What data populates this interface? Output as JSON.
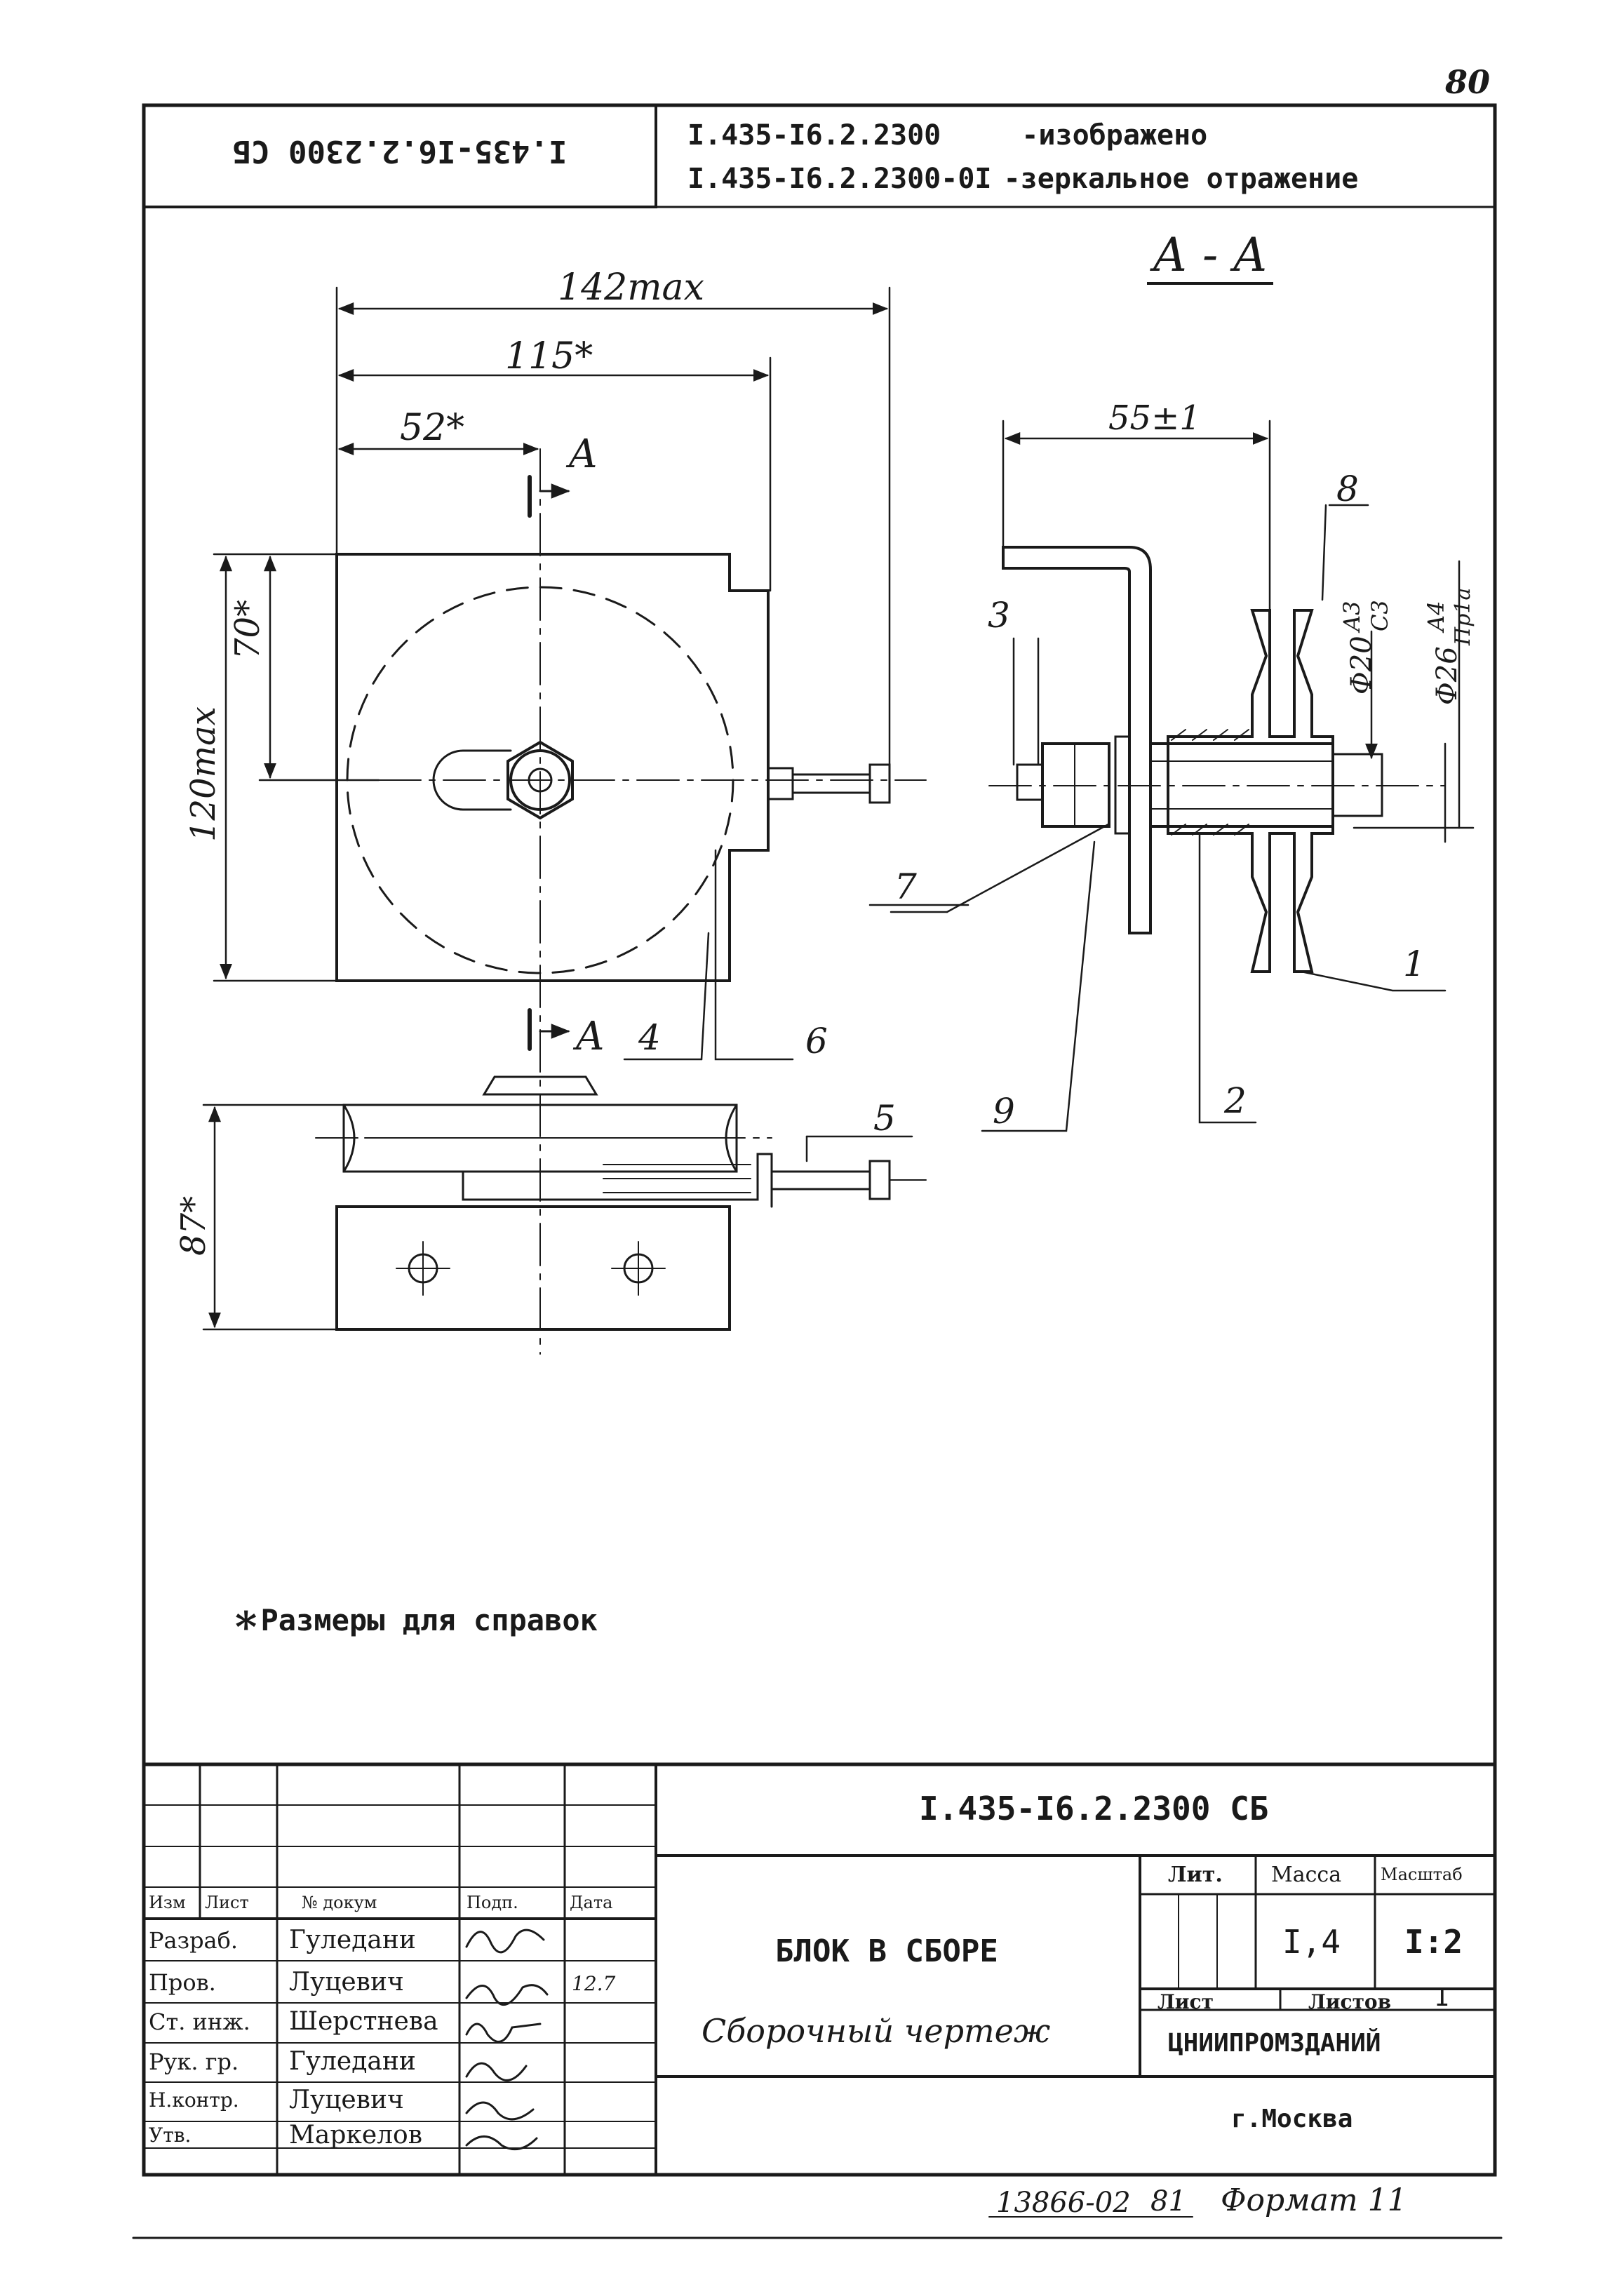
{
  "sheet": {
    "page_number": "80",
    "code_rotated": "I.435-I6.2.2300 СБ",
    "variants": [
      {
        "code": "I.435-I6.2.2300",
        "note": "-изображено"
      },
      {
        "code": "I.435-I6.2.2300-0I",
        "note": "-зеркальное отражение"
      }
    ],
    "footnote": "Размеры для справок",
    "footnote_mark": "*"
  },
  "drawing": {
    "section_label": "А - А",
    "dims": {
      "d142": "142max",
      "d115": "115*",
      "d52": "52*",
      "d70": "70*",
      "d120": "120max",
      "d87": "87*",
      "d55": "55±1",
      "d20": "Φ20",
      "d26": "Φ26",
      "fit1_top": "A3",
      "fit1_bottom": "C3",
      "fit2_top": "A4",
      "fit2_bottom": "Пр1а"
    },
    "cut_label_top": "А",
    "cut_label_bottom": "А",
    "callouts": [
      "1",
      "2",
      "3",
      "4",
      "5",
      "6",
      "7",
      "8",
      "9"
    ]
  },
  "title_block": {
    "designation": "I.435-I6.2.2300 СБ",
    "name": "БЛОК В СБОРЕ",
    "doc_type": "Сборочный чертеж",
    "headers": {
      "izm": "Изм",
      "list": "Лист",
      "doc_no": "№ докум",
      "sign": "Подп.",
      "date": "Дата"
    },
    "roles": [
      {
        "role": "Разраб.",
        "name": "Гуледани"
      },
      {
        "role": "Пров.",
        "name": "Луцевич"
      },
      {
        "role": "Ст. инж.",
        "name": "Шерстнева"
      },
      {
        "role": "Рук. гр.",
        "name": "Гуледани"
      },
      {
        "role": "Н.контр.",
        "name": "Луцевич"
      },
      {
        "role": "Утв.",
        "name": "Маркелов"
      }
    ],
    "date_value": "12.7",
    "lit_label": "Лит.",
    "mass_label": "Масса",
    "scale_label": "Масштаб",
    "mass_value": "I,4",
    "scale_value": "I:2",
    "sheet_label": "Лист",
    "sheets_label": "Листов",
    "sheets_value": "I",
    "org": "ЦНИИПРОМЗДАНИЙ",
    "city": "г.Москва"
  },
  "bottom": {
    "stamp": "13866-02",
    "stamp_sheet": "81",
    "format": "Формат 11"
  }
}
